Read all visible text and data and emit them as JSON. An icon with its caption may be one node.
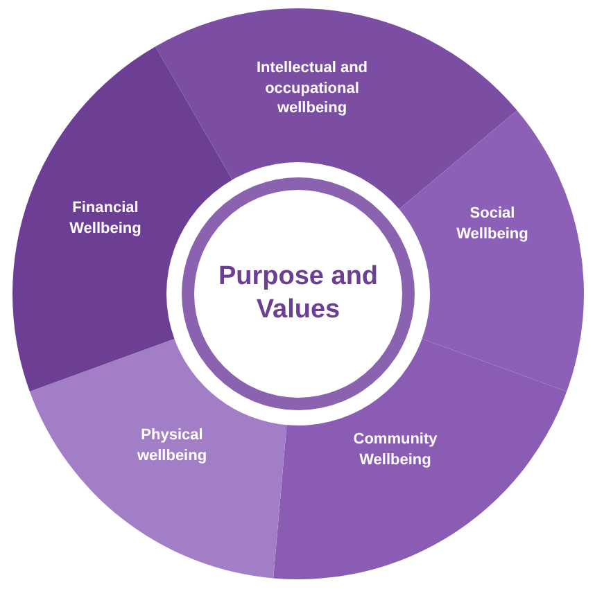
{
  "diagram": {
    "nodes": [
      {
        "text": [
          "Purpose and Values"
        ]
      },
      {
        "text": [
          "Intellectual and occupational wellbeing"
        ]
      },
      {
        "text": [
          "Social Wellbeing"
        ]
      },
      {
        "text": [
          "Community Wellbeing"
        ]
      },
      {
        "text": [
          "Physical wellbeing"
        ]
      },
      {
        "text": [
          "Financial Wellbeing"
        ]
      }
    ]
  }
}
